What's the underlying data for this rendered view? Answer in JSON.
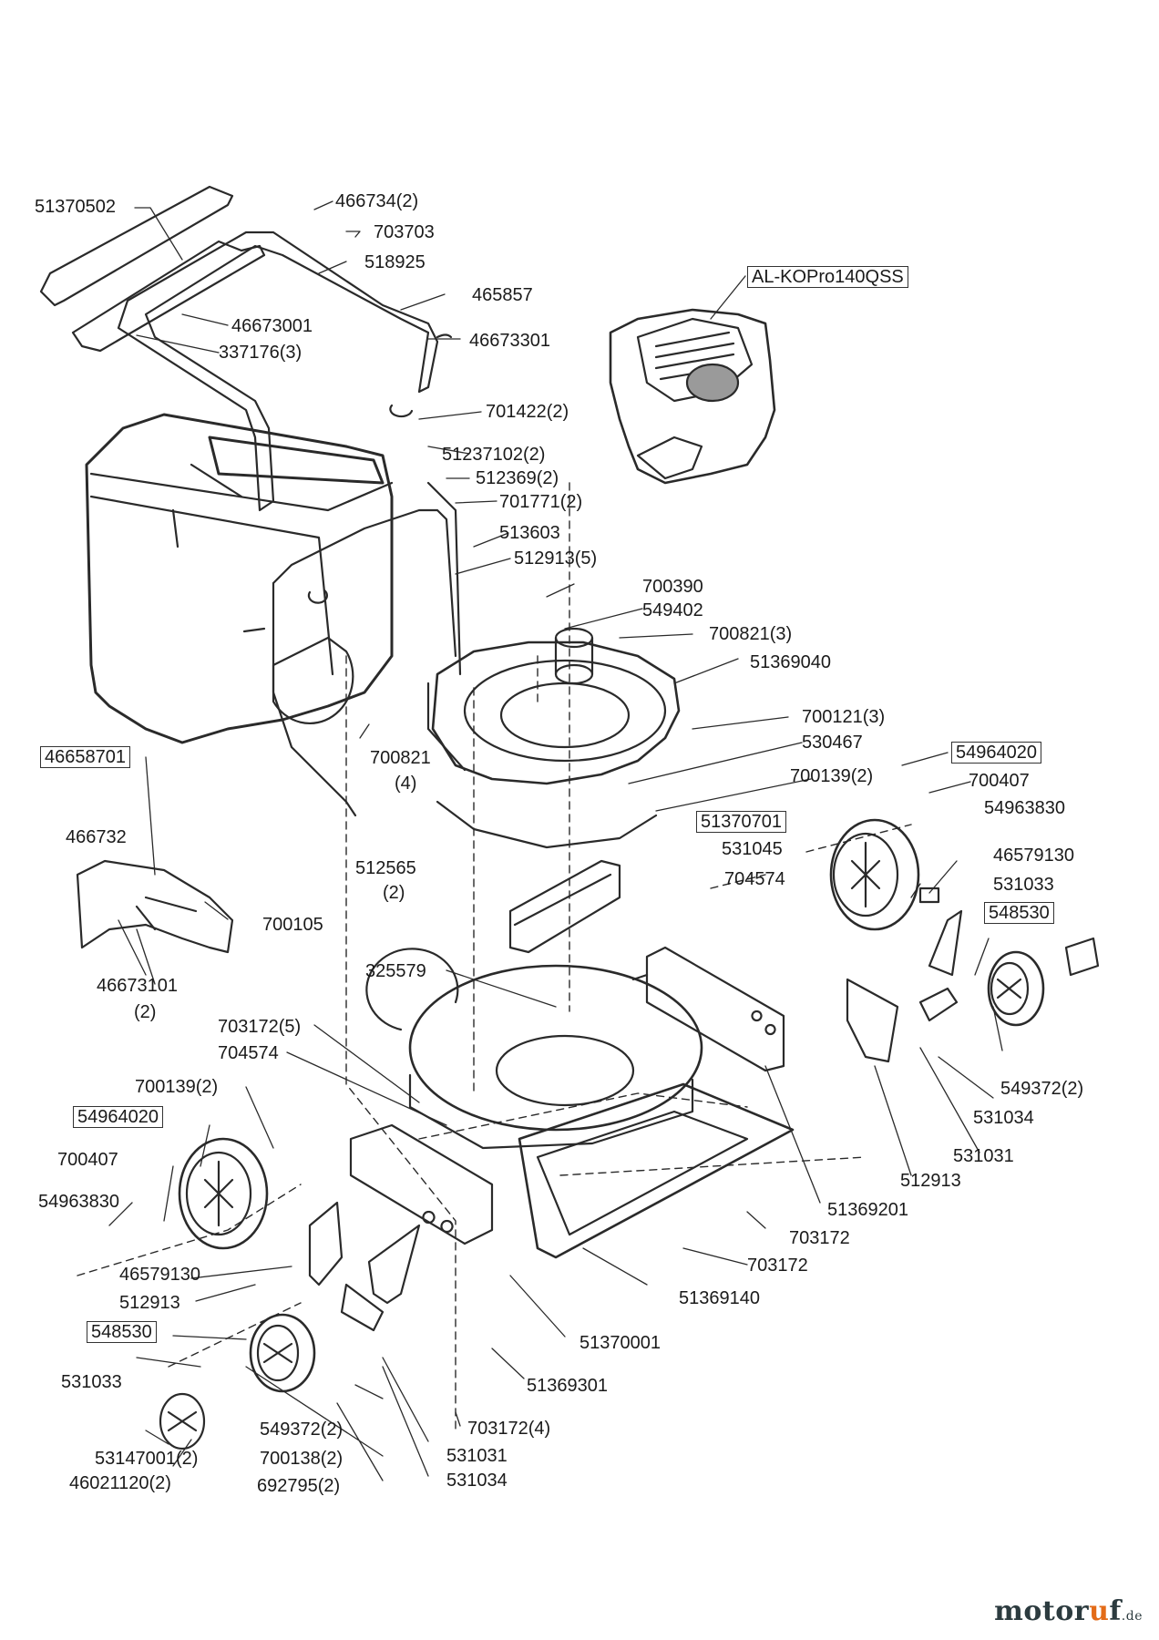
{
  "labels": {
    "l01": "51370502",
    "l02": "466734(2)",
    "l03": "703703",
    "l04": "518925",
    "l05": "465857",
    "l06": "46673001",
    "l07": "337176(3)",
    "l08": "46673301",
    "l09": "AL-KOPro140QSS",
    "l10": "701422(2)",
    "l11": "51237102(2)",
    "l12": "512369(2)",
    "l13": "701771(2)",
    "l14": "513603",
    "l15": "512913(5)",
    "l16": "700390",
    "l17": "549402",
    "l18": "700821(3)",
    "l19": "51369040",
    "l20": "700121(3)",
    "l21": "530467",
    "l22": "46658701",
    "l23": "700821",
    "l24": "(4)",
    "l25": "54964020",
    "l26": "700139(2)",
    "l27": "700407",
    "l28": "54963830",
    "l29": "51370701",
    "l30": "531045",
    "l31": "704574",
    "l32": "46579130",
    "l33": "531033",
    "l34": "548530",
    "l35": "466732",
    "l36": "512565",
    "l37": "(2)",
    "l38": "700105",
    "l39": "46673101",
    "l40": "(2)",
    "l41": "325579",
    "l42": "703172(5)",
    "l43": "704574",
    "l44": "549372(2)",
    "l45": "531034",
    "l46": "531031",
    "l47": "512913",
    "l48": "51369201",
    "l49": "700139(2)",
    "l50": "54964020",
    "l51": "700407",
    "l52": "54963830",
    "l53": "703172",
    "l54": "703172",
    "l55": "46579130",
    "l56": "51369140",
    "l57": "512913",
    "l58": "548530",
    "l59": "51370001",
    "l60": "531033",
    "l61": "51369301",
    "l62": "549372(2)",
    "l63": "703172(4)",
    "l64": "531031",
    "l65": "53147001(2)",
    "l66": "700138(2)",
    "l67": "46021120(2)",
    "l68": "692795(2)",
    "l69": "531034"
  },
  "watermark": {
    "main": "motor",
    "accent": "u",
    "tail": "f",
    "suffix": ".de"
  }
}
